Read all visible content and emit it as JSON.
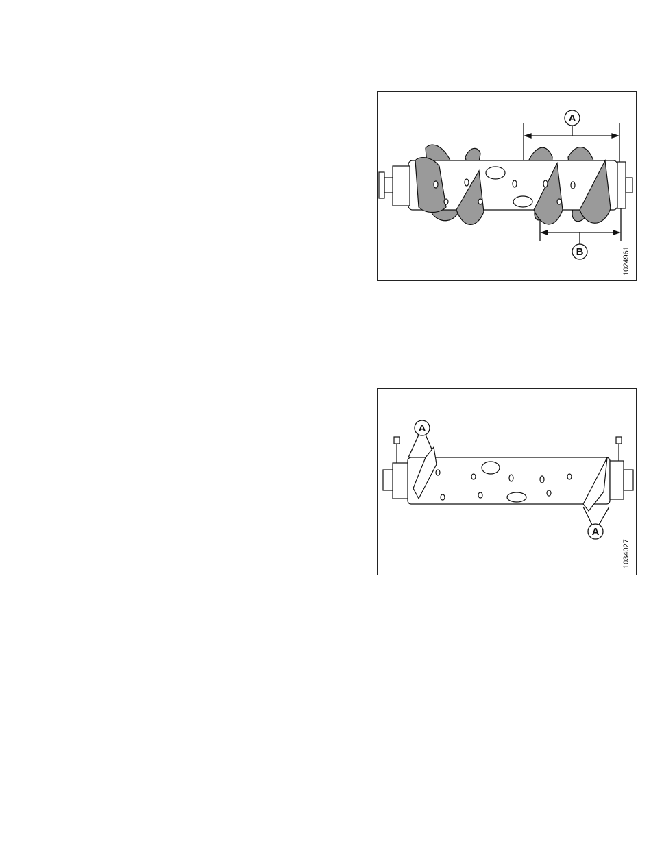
{
  "figures": [
    {
      "id": "1024961",
      "callouts": [
        {
          "label": "A"
        },
        {
          "label": "B"
        }
      ]
    },
    {
      "id": "1034027",
      "callouts": [
        {
          "label": "A"
        },
        {
          "label": "A"
        }
      ]
    }
  ],
  "colors": {
    "line": "#111111",
    "flighting": "#9a9a9a",
    "tube": "#ffffff"
  }
}
